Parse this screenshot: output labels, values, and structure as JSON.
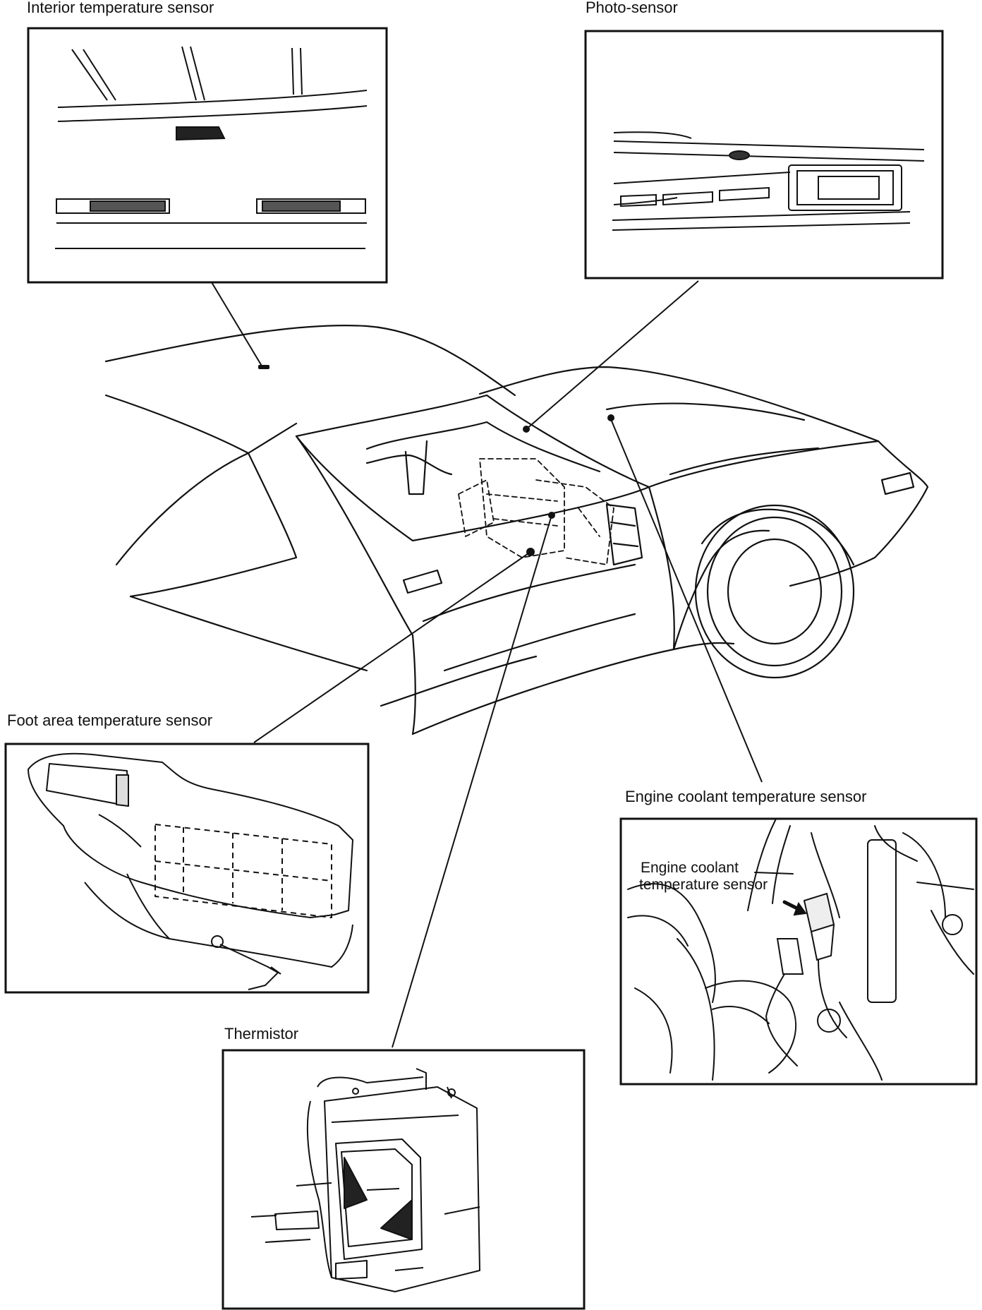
{
  "labels": {
    "interior": "Interior temperature sensor",
    "photo": "Photo-sensor",
    "foot": "Foot area temperature sensor",
    "coolant": "Engine coolant temperature sensor",
    "coolant_inset_line1": "Engine coolant",
    "coolant_inset_line2": "temperature sensor",
    "thermistor": "Thermistor"
  }
}
